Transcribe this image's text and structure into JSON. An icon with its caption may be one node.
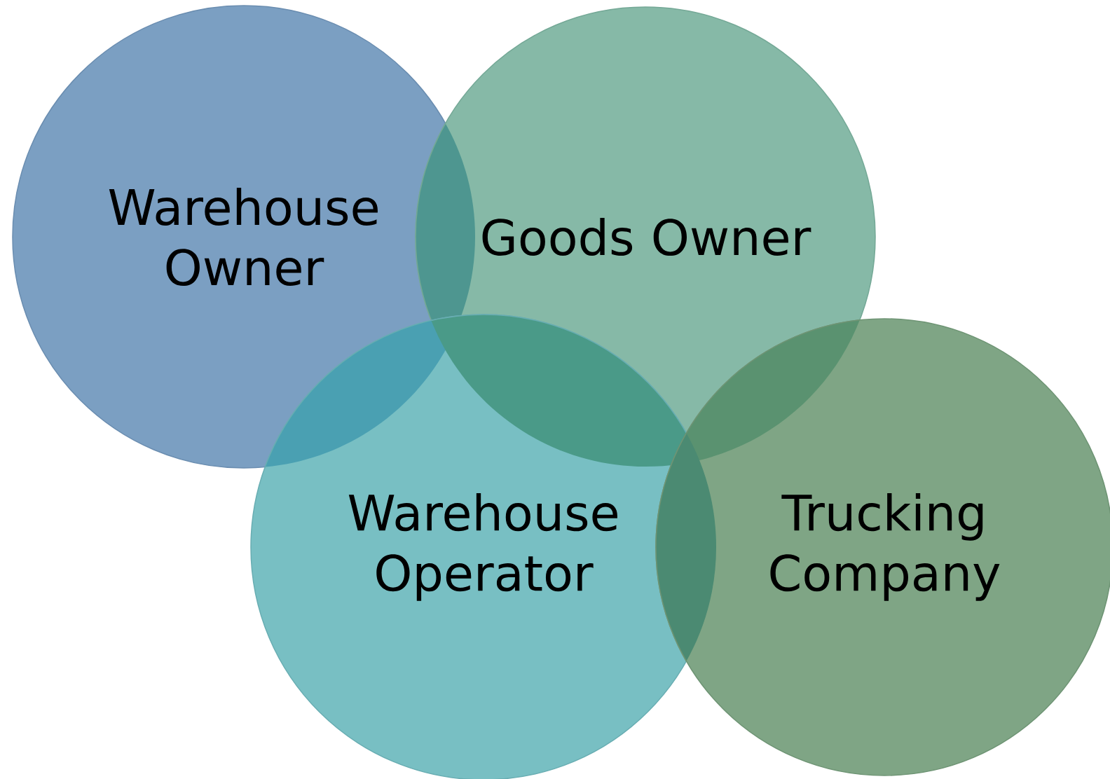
{
  "diagram": {
    "nodes": [
      {
        "text": [
          "Warehouse Owner"
        ]
      },
      {
        "text": [
          "Goods Owner"
        ]
      },
      {
        "text": [
          "Warehouse Operator"
        ]
      },
      {
        "text": [
          "Trucking Company"
        ]
      }
    ]
  }
}
